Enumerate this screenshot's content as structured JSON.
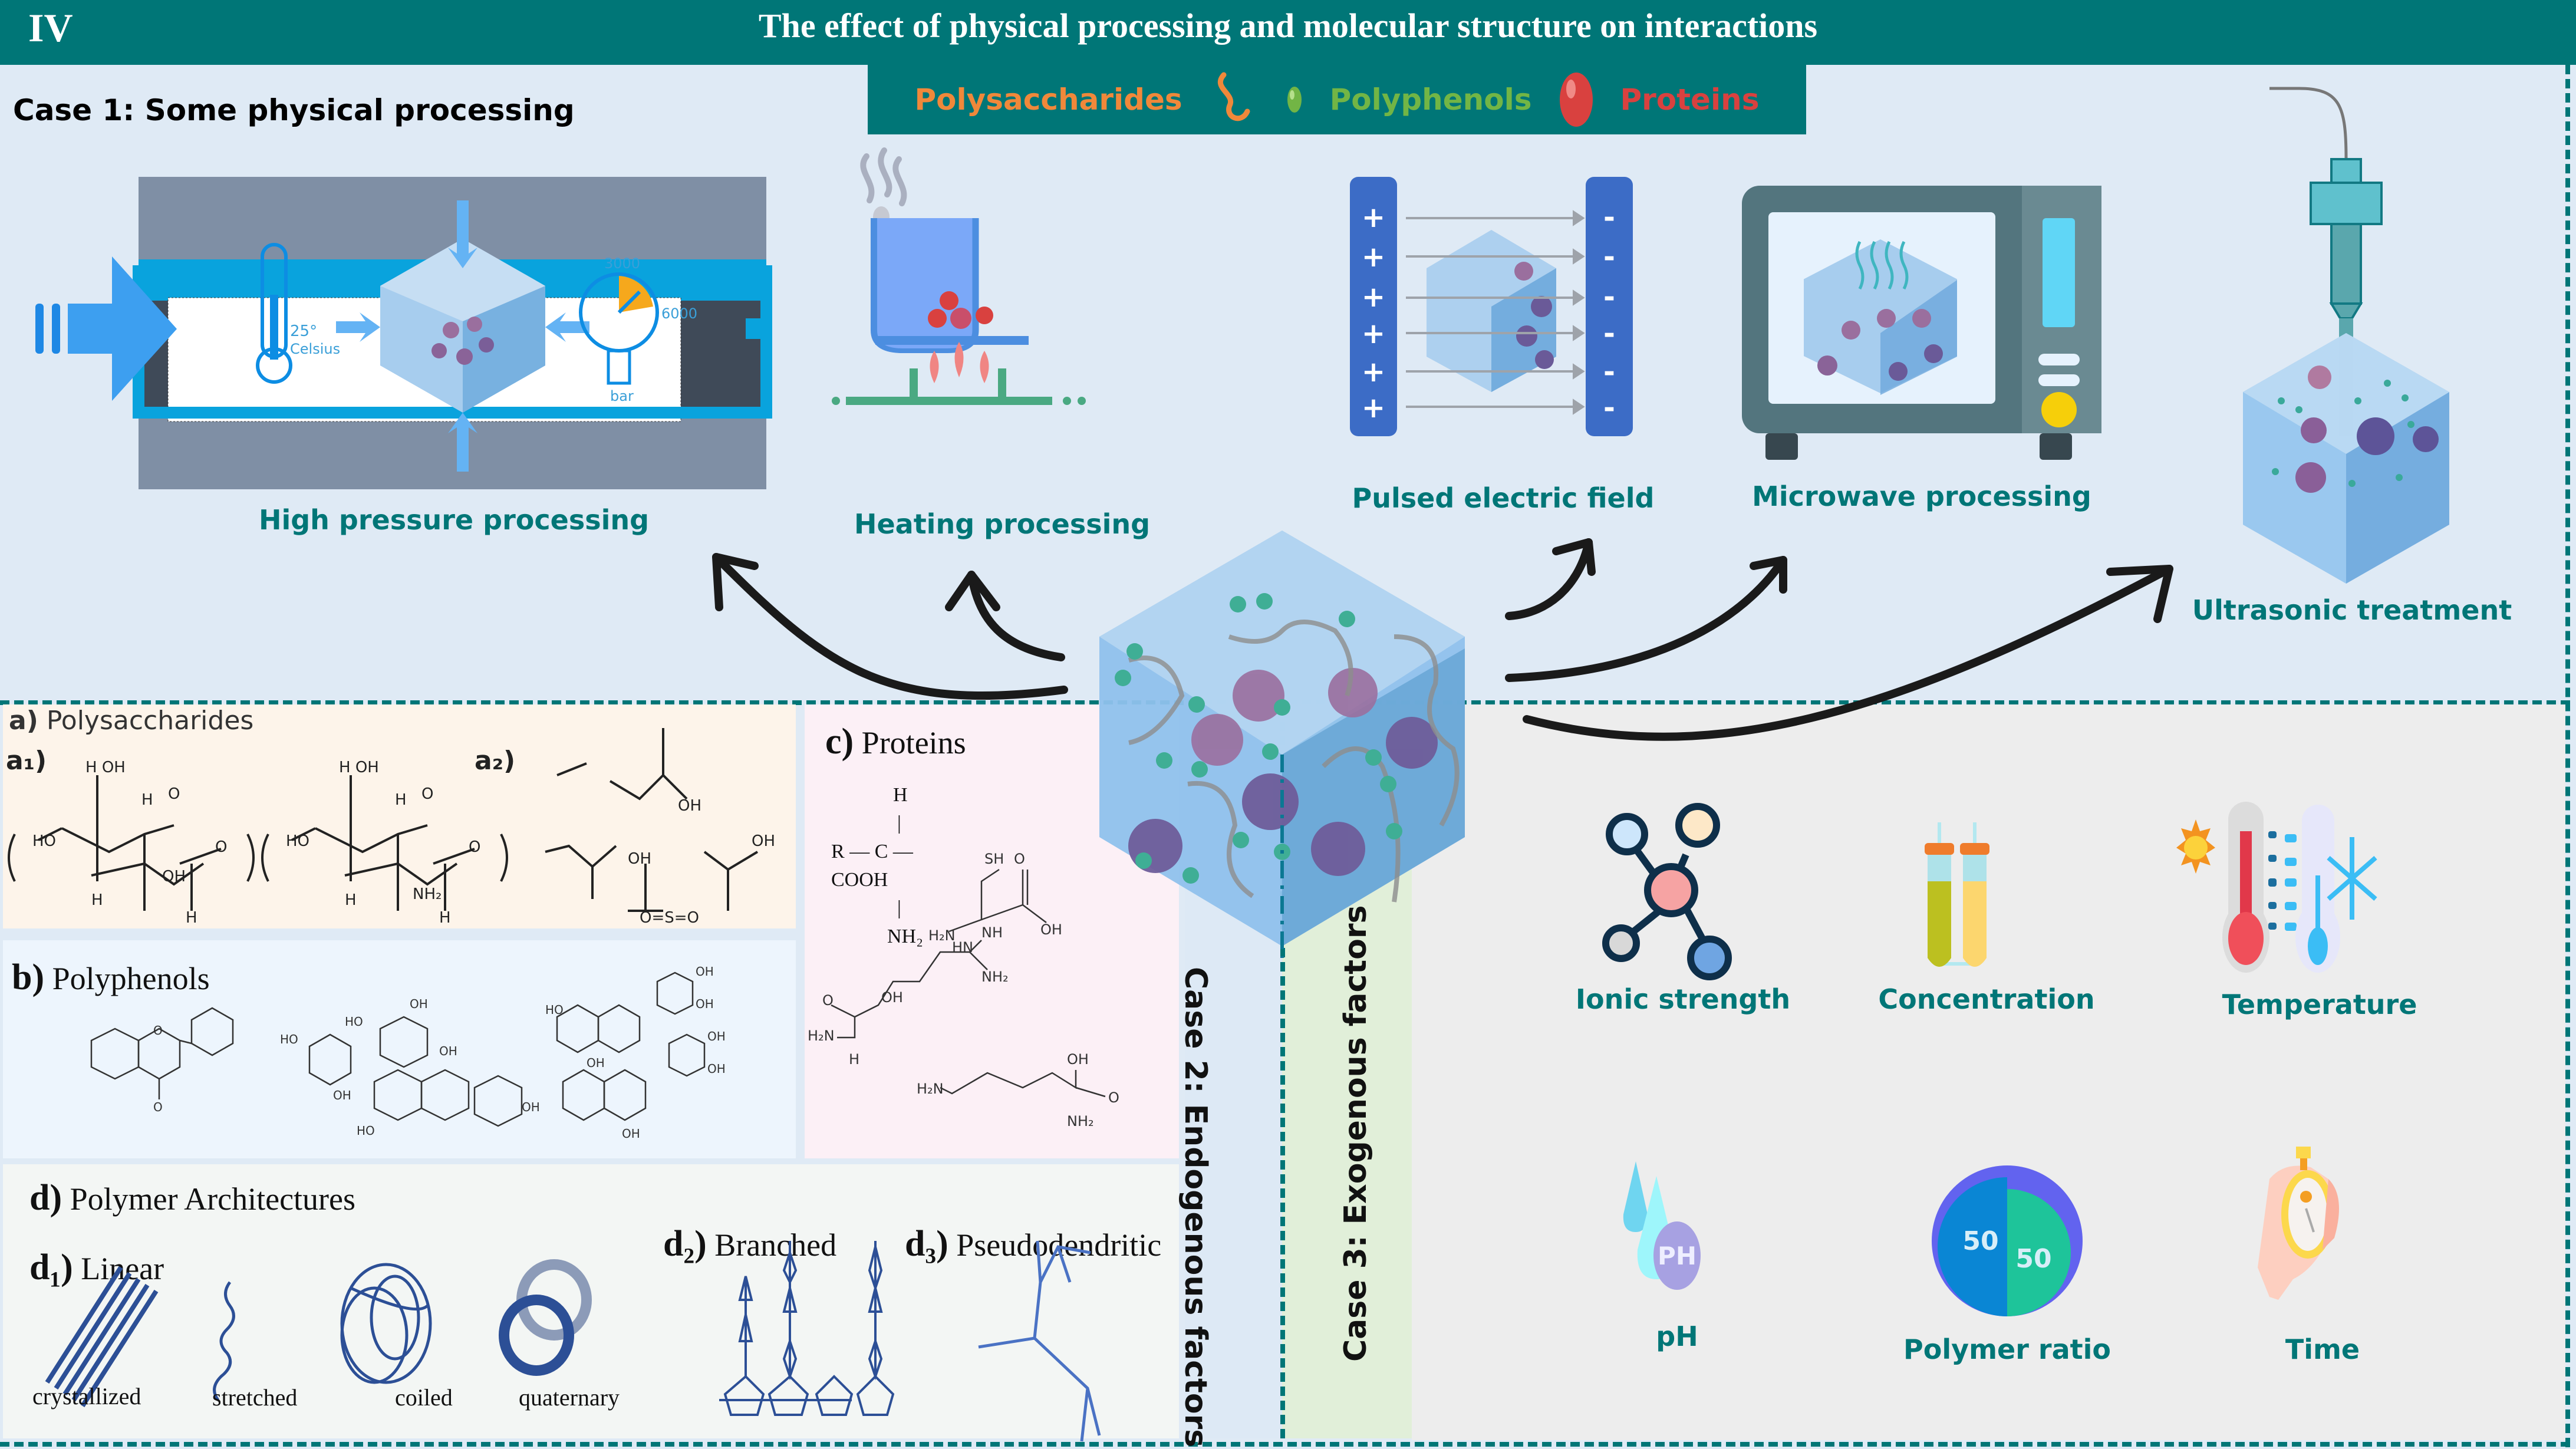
{
  "header": {
    "section_number": "IV",
    "title": "The effect of physical processing and molecular structure on interactions"
  },
  "legend": {
    "items": [
      {
        "label": "Polysaccharides",
        "icon": "polysaccharide-chain-icon",
        "color": "#f0883a"
      },
      {
        "label": "Polyphenols",
        "icon": "polyphenol-sphere-icon",
        "color": "#72b545"
      },
      {
        "label": "Proteins",
        "icon": "protein-sphere-icon",
        "color": "#d9413f"
      }
    ]
  },
  "case1": {
    "title": "Case 1:  Some physical processing",
    "processes": [
      {
        "label": "High pressure processing",
        "icon": "pressure-chamber-icon",
        "details": {
          "temperature": "25°",
          "temperature_unit": "Celsius",
          "gauge_marks": [
            "3000",
            "6000"
          ],
          "gauge_unit": "bar"
        }
      },
      {
        "label": "Heating processing",
        "icon": "heating-pot-icon"
      },
      {
        "label": "Pulsed electric field",
        "icon": "electrode-plates-icon",
        "plus_signs": [
          "+",
          "+",
          "+",
          "+",
          "+",
          "+"
        ],
        "minus_signs": [
          "-",
          "-",
          "-",
          "-",
          "-",
          "-"
        ]
      },
      {
        "label": "Microwave processing",
        "icon": "microwave-oven-icon"
      },
      {
        "label": "Ultrasonic treatment",
        "icon": "ultrasonic-probe-icon"
      }
    ]
  },
  "case2": {
    "title": "Case 2: Endogenous factors",
    "panels": {
      "polysaccharides": {
        "letter": "a)",
        "title": "Polysaccharides",
        "sub1": "a₁)",
        "sub2": "a₂)"
      },
      "polyphenols": {
        "letter": "b)",
        "title": "Polyphenols"
      },
      "proteins": {
        "letter": "c)",
        "title": "Proteins",
        "general_formula": {
          "top": "H",
          "left": "R",
          "center": "C",
          "right": "COOH",
          "bottom": "NH₂"
        }
      },
      "polymer": {
        "letter": "d)",
        "title": "Polymer Architectures",
        "linear": {
          "letter": "d₁)",
          "title": "Linear",
          "forms": [
            "crystallized",
            "stretched",
            "coiled",
            "quaternary"
          ]
        },
        "branched": {
          "letter": "d₂)",
          "title": "Branched"
        },
        "pseudo": {
          "letter": "d₃)",
          "title": "Pseudodendritic"
        }
      }
    }
  },
  "case3": {
    "title": "Case 3: Exogenous factors",
    "factors": [
      {
        "label": "Ionic strength",
        "icon": "molecule-icon"
      },
      {
        "label": "Concentration",
        "icon": "test-tubes-icon"
      },
      {
        "label": "Temperature",
        "icon": "thermometers-icon"
      },
      {
        "label": "pH",
        "icon": "ph-drops-icon",
        "badge": "PH"
      },
      {
        "label": "Polymer ratio",
        "icon": "ratio-circle-icon",
        "values": [
          "50",
          "50"
        ]
      },
      {
        "label": "Time",
        "icon": "stopwatch-hand-icon"
      }
    ]
  },
  "colors": {
    "teal": "#007677",
    "body_bg": "#dfeaf5",
    "exogenous_bg": "#ededed",
    "label_teal": "#007677"
  }
}
